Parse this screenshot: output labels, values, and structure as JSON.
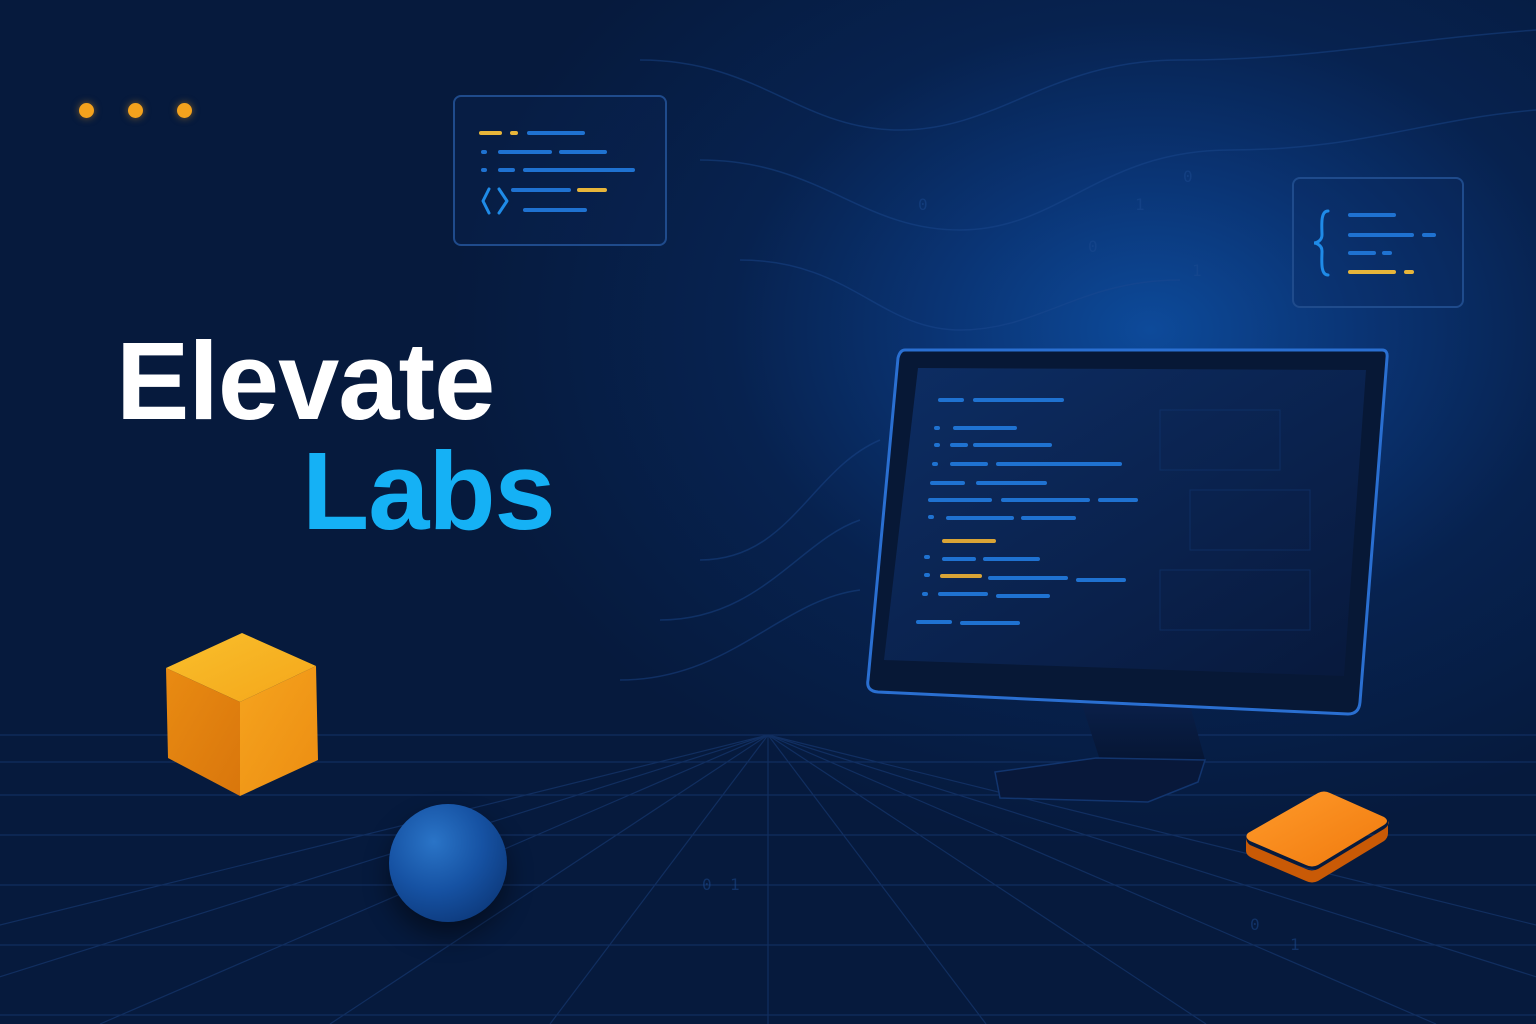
{
  "brand": {
    "line1": "Elevate",
    "line2": "Labs"
  },
  "colors": {
    "background": "#061a3d",
    "accent_blue": "#15b1f5",
    "accent_orange": "#f4a21d",
    "title_white": "#ffffff"
  },
  "decorations": {
    "window_dots": 3,
    "code_card_small_icon": "angle-brackets-icon",
    "code_card_right_icon": "curly-brace-icon",
    "objects": [
      "cube",
      "sphere",
      "tile",
      "monitor"
    ]
  }
}
